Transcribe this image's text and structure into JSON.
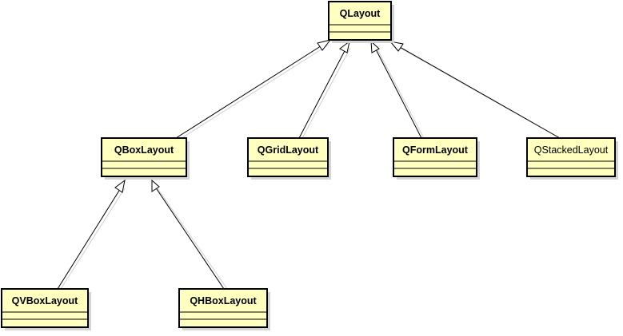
{
  "diagram": {
    "type": "uml-class-inheritance",
    "classes": [
      {
        "id": "qlayout",
        "name": "QLayout"
      },
      {
        "id": "qboxlayout",
        "name": "QBoxLayout"
      },
      {
        "id": "qgridlayout",
        "name": "QGridLayout"
      },
      {
        "id": "qformlayout",
        "name": "QFormLayout"
      },
      {
        "id": "qstackedlayout",
        "name": "QStackedLayout"
      },
      {
        "id": "qvboxlayout",
        "name": "QVBoxLayout"
      },
      {
        "id": "qhboxlayout",
        "name": "QHBoxLayout"
      }
    ],
    "inheritance": [
      {
        "child": "qboxlayout",
        "parent": "qlayout"
      },
      {
        "child": "qgridlayout",
        "parent": "qlayout"
      },
      {
        "child": "qformlayout",
        "parent": "qlayout"
      },
      {
        "child": "qstackedlayout",
        "parent": "qlayout"
      },
      {
        "child": "qvboxlayout",
        "parent": "qboxlayout"
      },
      {
        "child": "qhboxlayout",
        "parent": "qboxlayout"
      }
    ],
    "colors": {
      "box_fill": "#ffffc0",
      "box_stroke": "#000000",
      "arrow_fill": "#ffffff"
    }
  }
}
